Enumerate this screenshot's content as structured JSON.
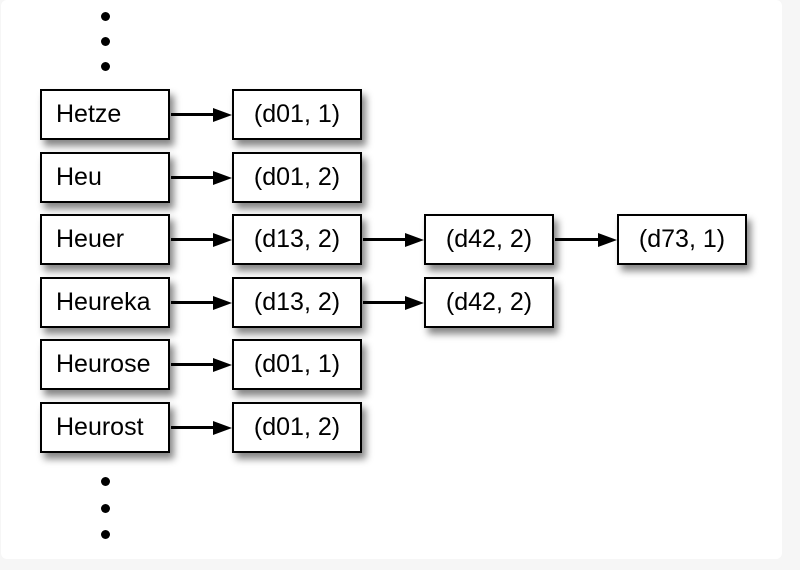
{
  "colors": {
    "page_background": "#f6f6f6",
    "slide_background": "#ffffff",
    "box_background": "#ffffff",
    "box_border": "#000000",
    "text": "#000000",
    "arrow": "#000000"
  },
  "diagram": {
    "description": "Inverted index: dictionary terms with arrows to postings lists of (document id, frequency) pairs; vertical ellipsis dots above and below indicate the list continues",
    "ellipsis_top_dot_count": 3,
    "ellipsis_bottom_dot_count": 3,
    "rows": [
      {
        "term": "Hetze",
        "postings": [
          "(d01, 1)"
        ]
      },
      {
        "term": "Heu",
        "postings": [
          "(d01, 2)"
        ]
      },
      {
        "term": "Heuer",
        "postings": [
          "(d13, 2)",
          "(d42, 2)",
          "(d73, 1)"
        ]
      },
      {
        "term": "Heureka",
        "postings": [
          "(d13, 2)",
          "(d42, 2)"
        ]
      },
      {
        "term": "Heurose",
        "postings": [
          "(d01, 1)"
        ]
      },
      {
        "term": "Heurost",
        "postings": [
          "(d01, 2)"
        ]
      }
    ]
  }
}
